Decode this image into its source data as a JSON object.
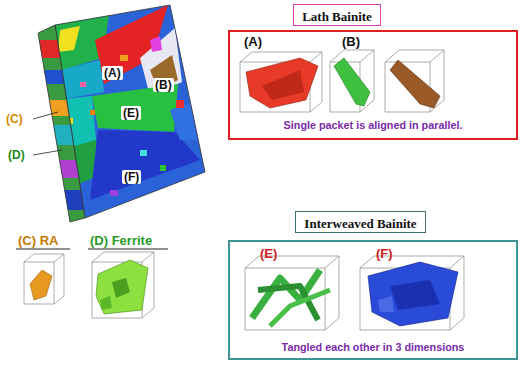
{
  "diagram": {
    "nodes": [
      {
        "text": [
          "Lath Bainite"
        ]
      },
      {
        "text": [
          "(A)",
          "(B)",
          "Single packet is aligned in parallel."
        ]
      },
      {
        "text": [
          "Interweaved Bainite"
        ]
      },
      {
        "text": [
          "(E)",
          "(F)",
          "Tangled each other in 3 dimensions"
        ]
      }
    ],
    "labels": [
      "(A)",
      "(B)",
      "(E)",
      "(F)",
      "(C)",
      "(D)",
      "(C) RA",
      "(D) Ferrite"
    ]
  }
}
